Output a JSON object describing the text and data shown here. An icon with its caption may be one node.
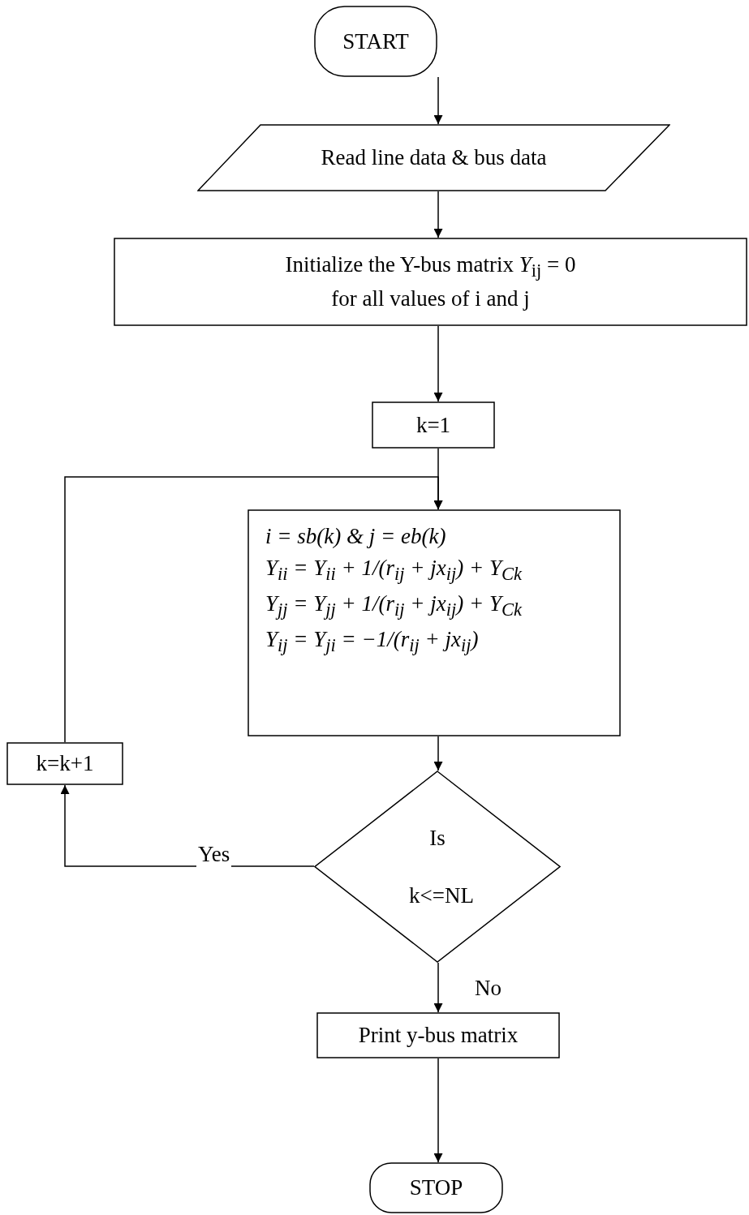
{
  "diagram": {
    "nodes": [
      {
        "text": [
          "START"
        ]
      },
      {
        "text": [
          "Read line data & bus data"
        ]
      },
      {
        "text": [
          "Initialize the Y-bus matrix *Y*$_{ij}$ = 0",
          "for all values of  i and j"
        ]
      },
      {
        "text": [
          "k=1"
        ]
      },
      {
        "text": [
          "i = sb(k)  & j = eb(k)",
          "Y$_{ii}$ = Y$_{ii}$ + 1/(r$_{ij}$ + jx$_{ij}$) + Y$_{Ck}$",
          "Y$_{jj}$ = Y$_{jj}$ + 1/(r$_{ij}$ + jx$_{ij}$) + Y$_{Ck}$",
          "Y$_{ij}$ = Y$_{ji}$ = −1/(r$_{ij}$ + jx$_{ij}$)"
        ]
      },
      {
        "text": [
          "k=k+1"
        ]
      },
      {
        "text": [
          "Is k<=NL"
        ]
      },
      {
        "text": [
          "Print y-bus matrix"
        ]
      },
      {
        "text": [
          "STOP"
        ]
      }
    ],
    "edges": [
      {
        "from": 0,
        "to": 1,
        "arrow": "to"
      },
      {
        "from": 1,
        "to": 2,
        "arrow": "to"
      },
      {
        "from": 2,
        "to": 3,
        "arrow": "to"
      },
      {
        "from": 3,
        "to": 4,
        "arrow": "to"
      },
      {
        "from": 4,
        "to": 6,
        "arrow": "to"
      },
      {
        "from": 6,
        "to": 5,
        "arrow": "to",
        "label": "Yes"
      },
      {
        "from": 5,
        "to": 4,
        "arrow": "to"
      },
      {
        "from": 6,
        "to": 7,
        "arrow": "to",
        "label": "No"
      },
      {
        "from": 7,
        "to": 8,
        "arrow": "to"
      }
    ]
  }
}
